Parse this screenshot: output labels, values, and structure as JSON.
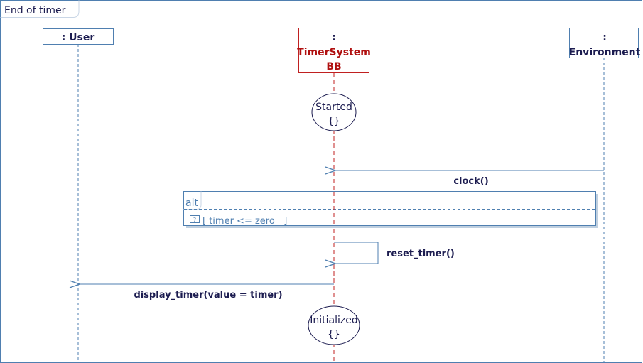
{
  "frame": {
    "title": "End of timer"
  },
  "lifelines": {
    "user": {
      "prefix": "",
      "name": ": User"
    },
    "timer_system": {
      "prefix": ":",
      "name": "TimerSystem",
      "stereotype": "BB"
    },
    "environment": {
      "prefix": ":",
      "name": "Environment"
    }
  },
  "states": {
    "started": {
      "name": "Started",
      "body": "{}"
    },
    "initialized": {
      "name": "Initialized",
      "body": "{}"
    }
  },
  "messages": {
    "clock": "clock()",
    "reset_timer": "reset_timer()",
    "display_timer": "display_timer(value = timer)"
  },
  "fragment": {
    "operator": "alt",
    "guard": "[ timer <= zero   ]"
  },
  "colors": {
    "border": "#4f7fb0",
    "text": "#1c1c50",
    "accent_red": "#b01010",
    "lifeline_blue": "#4f7fb0",
    "lifeline_red": "#c02020"
  }
}
